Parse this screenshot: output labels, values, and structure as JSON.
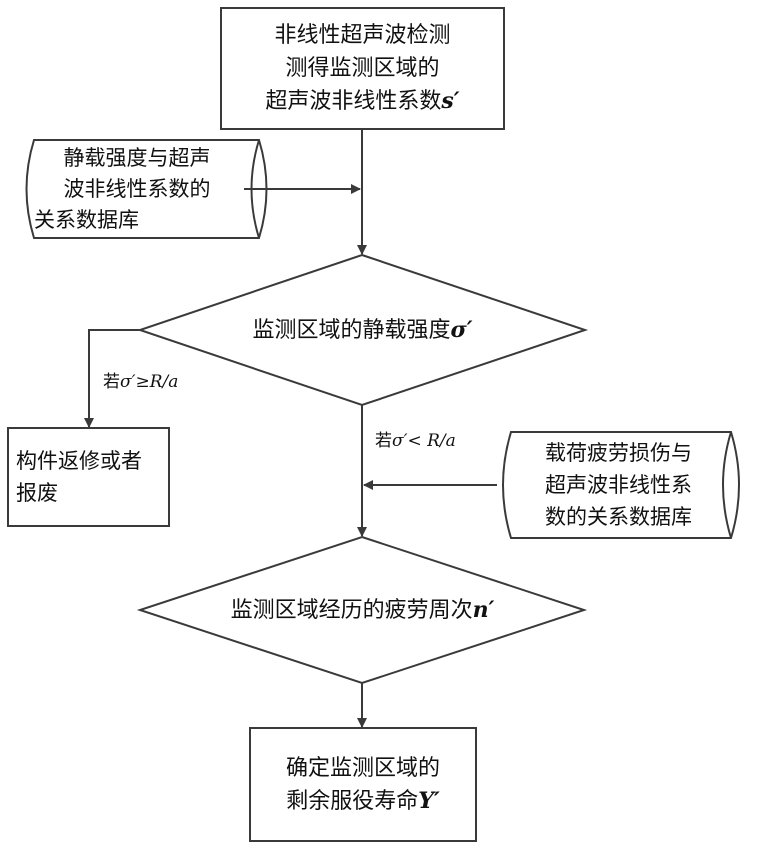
{
  "flowchart": {
    "step1": {
      "line1": "非线性超声波检测",
      "line2": "测得监测区域的",
      "line3_text": "超声波非线性系数",
      "line3_var": "s′"
    },
    "db1": {
      "line1": "静载强度与超声",
      "line2": "波非线性系数的",
      "line3": "关系数据库"
    },
    "decision1": {
      "text": "监测区域的静载强度",
      "var": "σ′"
    },
    "branch_left": {
      "prefix": "若",
      "condition": "σ′≥R/a"
    },
    "branch_down": {
      "prefix": "若",
      "condition": "σ′< R/a"
    },
    "scrap": {
      "line1": "构件返修或者",
      "line2": "报废"
    },
    "db2": {
      "line1": "载荷疲劳损伤与",
      "line2": "超声波非线性系",
      "line3": "数的关系数据库"
    },
    "decision2": {
      "text": "监测区域经历的疲劳周次",
      "var": "n′"
    },
    "result": {
      "line1": "确定监测区域的",
      "line2_text": "剩余服役寿命",
      "line2_var": "Y′"
    }
  },
  "colors": {
    "stroke": "#3a3a3a",
    "text": "#111111",
    "background": "#ffffff"
  }
}
